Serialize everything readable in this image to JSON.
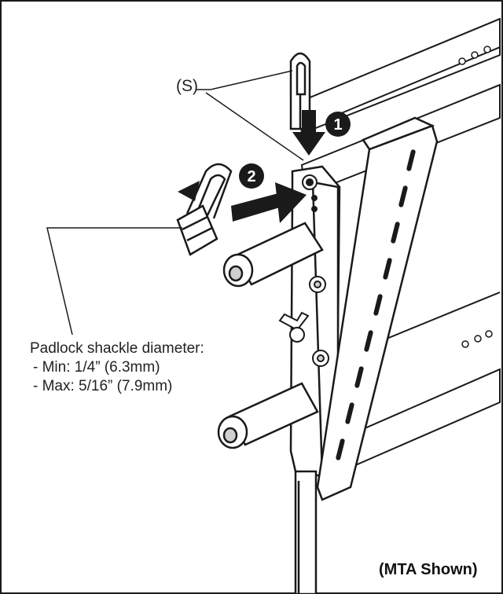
{
  "callouts": {
    "part_label": "(S)",
    "step_1": "1",
    "step_2": "2"
  },
  "spec": {
    "title": "Padlock shackle diameter:",
    "min": "- Min: 1/4” (6.3mm)",
    "max": "- Max: 5/16” (7.9mm)"
  },
  "note": "(MTA Shown)",
  "colors": {
    "ink": "#1a1a1a",
    "paper": "#ffffff",
    "shade": "#cfcfcf"
  }
}
